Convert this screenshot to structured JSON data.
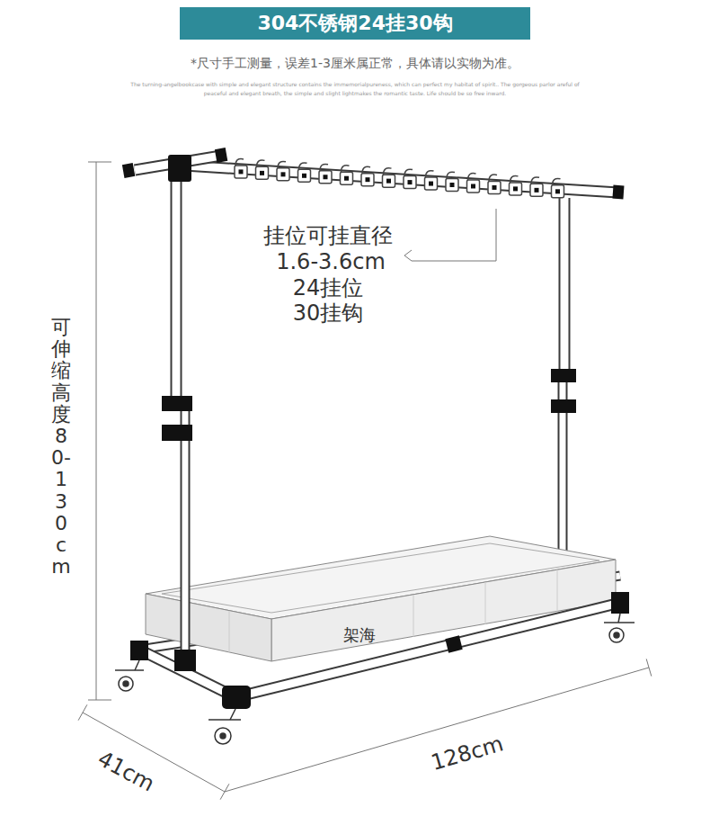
{
  "diagram": {
    "title": "304不锈钢24挂30钩",
    "labels": [
      "*尺寸手工测量，误差1-3厘米属正常，具体请以实物为准。",
      "The turning-angelbookcase with simple and elegant structure contains the immemorialpureness, which can perfect my habitat of spirit.. The gorgeous parlor areful of peaceful and elegant breath, the simple and slight lightmakes the romantic taste. Life should be so free inward.",
      "挂位可挂直径",
      "1.6-3.6cm",
      "24挂位",
      "30挂钩",
      "可伸缩高度80-130cm",
      "41cm",
      "128cm",
      "架海"
    ]
  }
}
